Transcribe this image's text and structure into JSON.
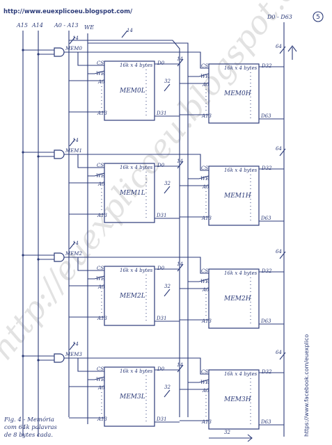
{
  "header": {
    "blog_url": "http://www.euexplicoeu.blogspot.com/",
    "page_number": "5"
  },
  "signals": {
    "a15": "A15",
    "a14": "A14",
    "a0_a13": "A0 - A13",
    "we": "WE",
    "data_bus": "D0 - D63",
    "bus14": "14",
    "bus32": "32",
    "bus64": "64"
  },
  "gates": [
    {
      "label": "MEM0"
    },
    {
      "label": "MEM1"
    },
    {
      "label": "MEM2"
    },
    {
      "label": "MEM3"
    }
  ],
  "chips": [
    {
      "name": "MEM0L",
      "organization": "16k x 4 bytes",
      "cs": "CS",
      "we": "WE",
      "a_low": "A0",
      "a_high": "A13",
      "d_low": "D0",
      "d_high": "D31"
    },
    {
      "name": "MEM0H",
      "organization": "16k x 4 bytes",
      "cs": "CS",
      "we": "WE",
      "a_low": "A0",
      "a_high": "A13",
      "d_low": "D32",
      "d_high": "D63"
    },
    {
      "name": "MEM1L",
      "organization": "16k x 4 bytes",
      "cs": "CS",
      "we": "WE",
      "a_low": "A0",
      "a_high": "A13",
      "d_low": "D0",
      "d_high": "D31"
    },
    {
      "name": "MEM1H",
      "organization": "16k x 4 bytes",
      "cs": "CS",
      "we": "WE",
      "a_low": "A0",
      "a_high": "A13",
      "d_low": "D32",
      "d_high": "D63"
    },
    {
      "name": "MEM2L",
      "organization": "16k x 4 bytes",
      "cs": "CS",
      "we": "WE",
      "a_low": "A0",
      "a_high": "A13",
      "d_low": "D0",
      "d_high": "D31"
    },
    {
      "name": "MEM2H",
      "organization": "16k x 4 bytes",
      "cs": "CS",
      "we": "WE",
      "a_low": "A0",
      "a_high": "A13",
      "d_low": "D32",
      "d_high": "D63"
    },
    {
      "name": "MEM3L",
      "organization": "16k x 4 bytes",
      "cs": "CS",
      "we": "WE",
      "a_low": "A0",
      "a_high": "A13",
      "d_low": "D0",
      "d_high": "D31"
    },
    {
      "name": "MEM3H",
      "organization": "16k x 4 bytes",
      "cs": "CS",
      "we": "WE",
      "a_low": "A0",
      "a_high": "A13",
      "d_low": "D32",
      "d_high": "D63"
    }
  ],
  "caption": {
    "line1": "Fig. 4 - Memória",
    "line2": "com 64k palavras",
    "line3": "de 8 bytes cada."
  },
  "watermark": {
    "diagonal": "http://euexplicoeu.blogspot.com",
    "facebook": "https://www.facebook.com/euexplico"
  },
  "colors": {
    "ink": "#2b3a78",
    "watermark": "#9a9a9a"
  }
}
